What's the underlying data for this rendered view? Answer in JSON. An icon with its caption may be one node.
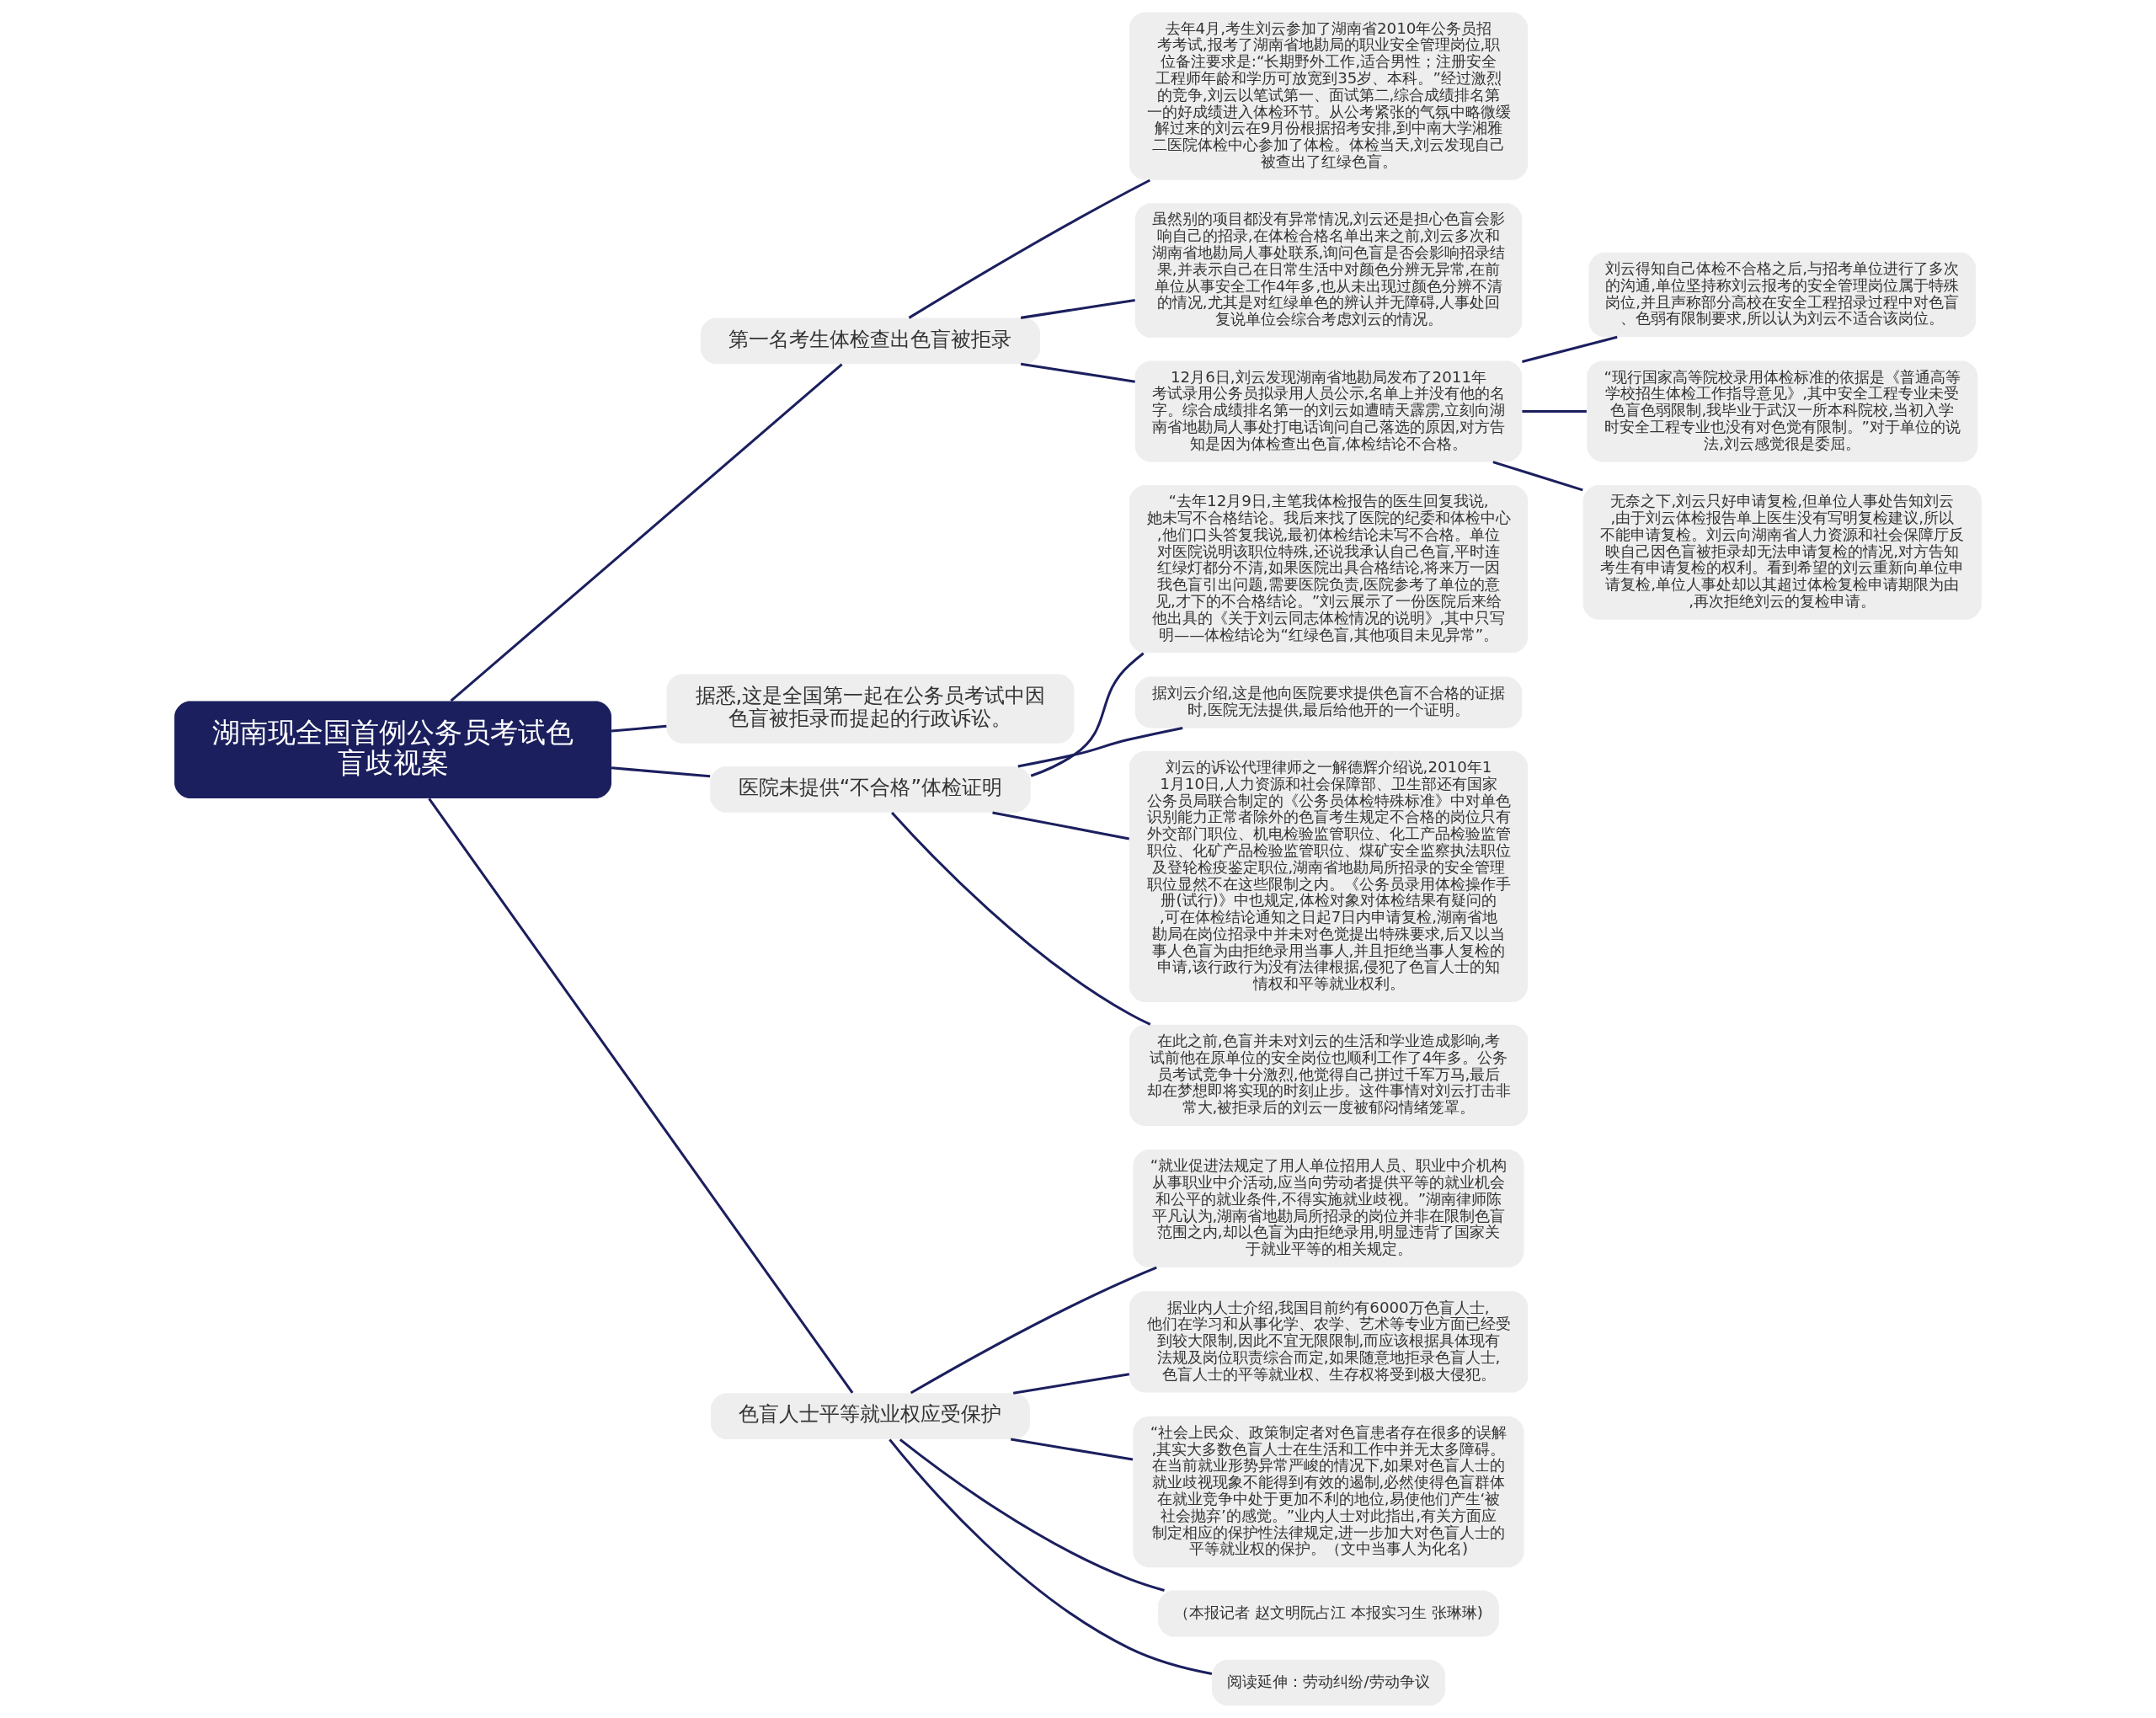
{
  "diagram": {
    "nodes": [
      {
        "text": [
          "湖南现全国首例公务员考试色盲歧视案"
        ]
      },
      {
        "text": [
          "第一名考生体检查出色盲被拒录"
        ]
      },
      {
        "text": [
          "去年4月,考生刘云参加了湖南省2010年公务员招考考试,报考了湖南省地勘局的职业安全管理岗位,职位备注要求是:“长期野外工作,适合男性；注册安全工程师年龄和学历可放宽到35岁、本科。”经过激烈的竞争,刘云以笔试第一、面试第二,综合成绩排名第一的好成绩进入体检环节。从公考紧张的气氛中略微缓解过来的刘云在9月份根据招考安排,到中南大学湘雅二医院体检中心参加了体检。体检当天,刘云发现自己被查出了红绿色盲。"
        ]
      },
      {
        "text": [
          "虽然别的项目都没有异常情况,刘云还是担心色盲会影响自己的招录,在体检合格名单出来之前,刘云多次和湖南省地勘局人事处联系,询问色盲是否会影响招录结果,并表示自己在日常生活中对颜色分辨无异常,在前单位从事安全工作4年多,也从未出现过颜色分辨不清的情况,尤其是对红绿单色的辨认并无障碍,人事处回复说单位会综合考虑刘云的情况。"
        ]
      },
      {
        "text": [
          "12月6日,刘云发现湖南省地勘局发布了2011年考试录用公务员拟录用人员公示,名单上并没有他的名字。综合成绩排名第一的刘云如遭晴天霹雳,立刻向湖南省地勘局人事处打电话询问自己落选的原因,对方告知是因为体检查出色盲,体检结论不合格。"
        ]
      },
      {
        "text": [
          "刘云得知自己体检不合格之后,与招考单位进行了多次的沟通,单位坚持称刘云报考的安全管理岗位属于特殊岗位,并且声称部分高校在安全工程招录过程中对色盲、色弱有限制要求,所以认为刘云不适合该岗位。"
        ]
      },
      {
        "text": [
          "“现行国家高等院校录用体检标准的依据是《普通高等学校招生体检工作指导意见》,其中安全工程专业未受色盲色弱限制,我毕业于武汉一所本科院校,当初入学时安全工程专业也没有对色觉有限制。”对于单位的说法,刘云感觉很是委屈。"
        ]
      },
      {
        "text": [
          "无奈之下,刘云只好申请复检,但单位人事处告知刘云,由于刘云体检报告单上医生没有写明复检建议,所以不能申请复检。刘云向湖南省人力资源和社会保障厅反映自己因色盲被拒录却无法申请复检的情况,对方告知考生有申请复检的权利。看到希望的刘云重新向单位申请复检,单位人事处却以其超过体检复检申请期限为由,再次拒绝刘云的复检申请。"
        ]
      },
      {
        "text": [
          "据悉,这是全国第一起在公务员考试中因色盲被拒录而提起的行政诉讼。"
        ]
      },
      {
        "text": [
          "医院未提供“不合格”体检证明"
        ]
      },
      {
        "text": [
          "“去年12月9日,主笔我体检报告的医生回复我说,她未写不合格结论。我后来找了医院的纪委和体检中心,他们口头答复我说,最初体检结论未写不合格。单位对医院说明该职位特殊,还说我承认自己色盲,平时连红绿灯都分不清,如果医院出具合格结论,将来万一因我色盲引出问题,需要医院负责,医院参考了单位的意见,才下的不合格结论。”刘云展示了一份医院后来给他出具的《关于刘云同志体检情况的说明》,其中只写明——体检结论为“红绿色盲,其他项目未见异常”。"
        ]
      },
      {
        "text": [
          "据刘云介绍,这是他向医院要求提供色盲不合格的证据时,医院无法提供,最后给他开的一个证明。"
        ]
      },
      {
        "text": [
          "刘云的诉讼代理律师之一解德辉介绍说,2010年11月10日,人力资源和社会保障部、卫生部还有国家公务员局联合制定的《公务员体检特殊标准》中对单色识别能力正常者除外的色盲考生规定不合格的岗位只有外交部门职位、机电检验监管职位、化工产品检验监管职位、化矿产品检验监管职位、煤矿安全监察执法职位及登轮检疫鉴定职位,湖南省地勘局所招录的安全管理职位显然不在这些限制之内。《公务员录用体检操作手册(试行)》中也规定,体检对象对体检结果有疑问的,可在体检结论通知之日起7日内申请复检,湖南省地勘局在岗位招录中并未对色觉提出特殊要求,后又以当事人色盲为由拒绝录用当事人,并且拒绝当事人复检的申请,该行政行为没有法律根据,侵犯了色盲人士的知情权和平等就业权利。"
        ]
      },
      {
        "text": [
          "在此之前,色盲并未对刘云的生活和学业造成影响,考试前他在原单位的安全岗位也顺利工作了4年多。公务员考试竞争十分激烈,他觉得自己拼过千军万马,最后却在梦想即将实现的时刻止步。这件事情对刘云打击非常大,被拒录后的刘云一度被郁闷情绪笼罩。"
        ]
      },
      {
        "text": [
          "色盲人士平等就业权应受保护"
        ]
      },
      {
        "text": [
          "“就业促进法规定了用人单位招用人员、职业中介机构从事职业中介活动,应当向劳动者提供平等的就业机会和公平的就业条件,不得实施就业歧视。”湖南律师陈平凡认为,湖南省地勘局所招录的岗位并非在限制色盲范围之内,却以色盲为由拒绝录用,明显违背了国家关于就业平等的相关规定。"
        ]
      },
      {
        "text": [
          "据业内人士介绍,我国目前约有6000万色盲人士,他们在学习和从事化学、农学、艺术等专业方面已经受到较大限制,因此不宜无限限制,而应该根据具体现有法规及岗位职责综合而定,如果随意地拒录色盲人士,色盲人士的平等就业权、生存权将受到极大侵犯。"
        ]
      },
      {
        "text": [
          "“社会上民众、政策制定者对色盲患者存在很多的误解,其实大多数色盲人士在生活和工作中并无太多障碍。在当前就业形势异常严峻的情况下,如果对色盲人士的就业歧视现象不能得到有效的遏制,必然使得色盲群体在就业竞争中处于更加不利的地位,易使他们产生‘被社会抛弃’的感觉。”业内人士对此指出,有关方面应制定相应的保护性法律规定,进一步加大对色盲人士的平等就业权的保护。（文中当事人为化名)"
        ]
      },
      {
        "text": [
          "（本报记者 赵文明阮占江 本报实习生 张琳琳)"
        ]
      },
      {
        "text": [
          "阅读延伸：劳动纠纷/劳动争议"
        ]
      }
    ],
    "edges": [
      {
        "from": 0,
        "to": 1,
        "arrow": "none"
      },
      {
        "from": 1,
        "to": 2,
        "arrow": "none"
      },
      {
        "from": 1,
        "to": 3,
        "arrow": "none"
      },
      {
        "from": 1,
        "to": 4,
        "arrow": "none"
      },
      {
        "from": 4,
        "to": 5,
        "arrow": "none"
      },
      {
        "from": 4,
        "to": 6,
        "arrow": "none"
      },
      {
        "from": 4,
        "to": 7,
        "arrow": "none"
      },
      {
        "from": 0,
        "to": 8,
        "arrow": "none"
      },
      {
        "from": 0,
        "to": 9,
        "arrow": "none"
      },
      {
        "from": 9,
        "to": 10,
        "arrow": "none"
      },
      {
        "from": 9,
        "to": 11,
        "arrow": "none"
      },
      {
        "from": 9,
        "to": 12,
        "arrow": "none"
      },
      {
        "from": 9,
        "to": 13,
        "arrow": "none"
      },
      {
        "from": 0,
        "to": 14,
        "arrow": "none"
      },
      {
        "from": 14,
        "to": 15,
        "arrow": "none"
      },
      {
        "from": 14,
        "to": 16,
        "arrow": "none"
      },
      {
        "from": 14,
        "to": 17,
        "arrow": "none"
      },
      {
        "from": 14,
        "to": 18,
        "arrow": "none"
      },
      {
        "from": 14,
        "to": 19,
        "arrow": "none"
      }
    ]
  }
}
